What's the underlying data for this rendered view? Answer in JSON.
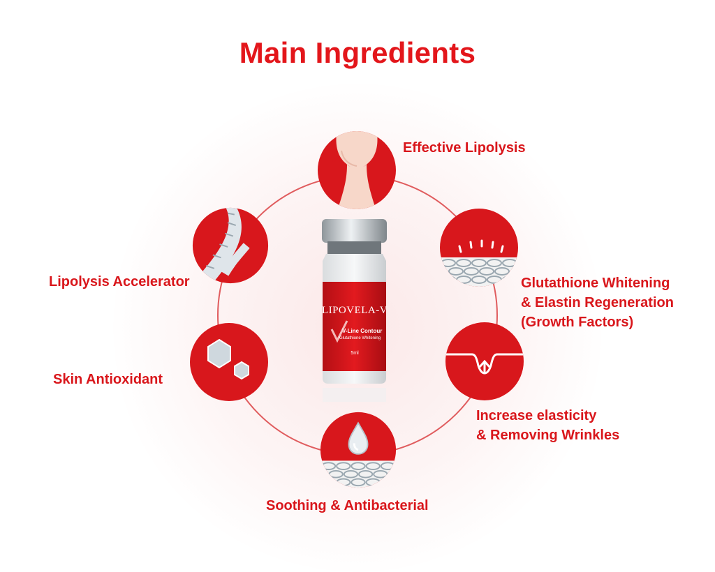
{
  "title": "Main Ingredients",
  "colors": {
    "accent": "#e3161b",
    "icon_fill": "#d8171c",
    "ring": "#e05c5e"
  },
  "ingredients": [
    {
      "icon": "face-contour-icon",
      "lines": [
        "Effective Lipolysis"
      ]
    },
    {
      "icon": "skin-cells-icon",
      "lines": [
        "Glutathione Whitening",
        "& Elastin  Regeneration",
        "(Growth Factors)"
      ]
    },
    {
      "icon": "wrinkle-lift-icon",
      "lines": [
        "Increase elasticity",
        "& Removing Wrinkles"
      ]
    },
    {
      "icon": "water-drop-icon",
      "lines": [
        "Soothing & Antibacterial"
      ]
    },
    {
      "icon": "hexagon-icon",
      "lines": [
        "Skin Antioxidant"
      ]
    },
    {
      "icon": "dna-icon",
      "lines": [
        "Lipolysis Accelerator"
      ]
    }
  ],
  "product": {
    "brand": "LIPOVELA-V",
    "line": "V-Line Contour",
    "sub": "Glutathione Whitening",
    "volume": "5ml"
  }
}
